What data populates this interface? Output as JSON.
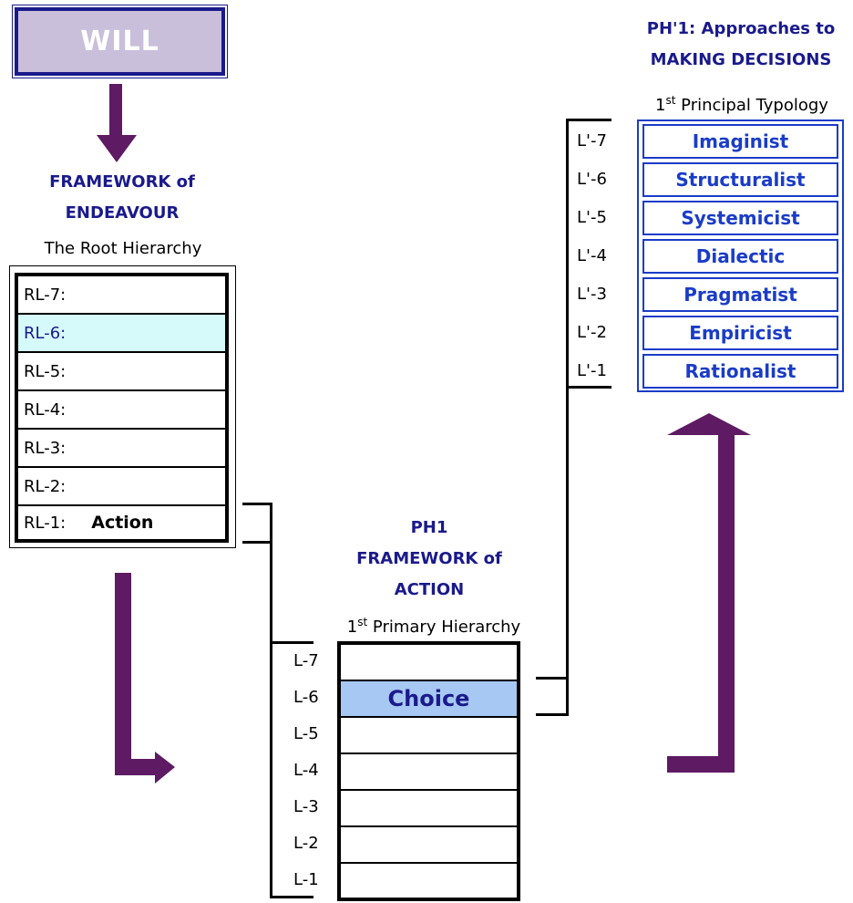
{
  "will": {
    "label": "WILL"
  },
  "endeavour": {
    "title_line1": "FRAMEWORK of",
    "title_line2": "ENDEAVOUR",
    "subtitle": "The Root Hierarchy",
    "rows": [
      {
        "label": "RL-7:",
        "text": ""
      },
      {
        "label": "RL-6:",
        "text": ""
      },
      {
        "label": "RL-5:",
        "text": ""
      },
      {
        "label": "RL-4:",
        "text": ""
      },
      {
        "label": "RL-3:",
        "text": ""
      },
      {
        "label": "RL-2:",
        "text": ""
      },
      {
        "label": "RL-1:",
        "text": "Action"
      }
    ]
  },
  "action": {
    "title_line1": "PH1",
    "title_line2": "FRAMEWORK of",
    "title_line3": "ACTION",
    "subtitle_num": "1",
    "subtitle_sup": "st",
    "subtitle_rest": " Primary Hierarchy",
    "rows": [
      {
        "label": "L-7",
        "text": ""
      },
      {
        "label": "L-6",
        "text": "Choice"
      },
      {
        "label": "L-5",
        "text": ""
      },
      {
        "label": "L-4",
        "text": ""
      },
      {
        "label": "L-3",
        "text": ""
      },
      {
        "label": "L-2",
        "text": ""
      },
      {
        "label": "L-1",
        "text": ""
      }
    ]
  },
  "decisions": {
    "title_line1": "PH'1: Approaches to",
    "title_line2": "MAKING DECISIONS",
    "subtitle_num": "1",
    "subtitle_sup": "st",
    "subtitle_rest": " Principal Typology",
    "rows": [
      {
        "label": "L'-7",
        "text": "Imaginist"
      },
      {
        "label": "L'-6",
        "text": "Structuralist"
      },
      {
        "label": "L'-5",
        "text": "Systemicist"
      },
      {
        "label": "L'-4",
        "text": "Dialectic"
      },
      {
        "label": "L'-3",
        "text": "Pragmatist"
      },
      {
        "label": "L'-2",
        "text": "Empiricist"
      },
      {
        "label": "L'-1",
        "text": "Rationalist"
      }
    ]
  },
  "colors": {
    "navy": "#1a1a8c",
    "blue": "#1a3cc8",
    "arrow": "#5e1a63",
    "will_fill": "#c9bfdb"
  }
}
